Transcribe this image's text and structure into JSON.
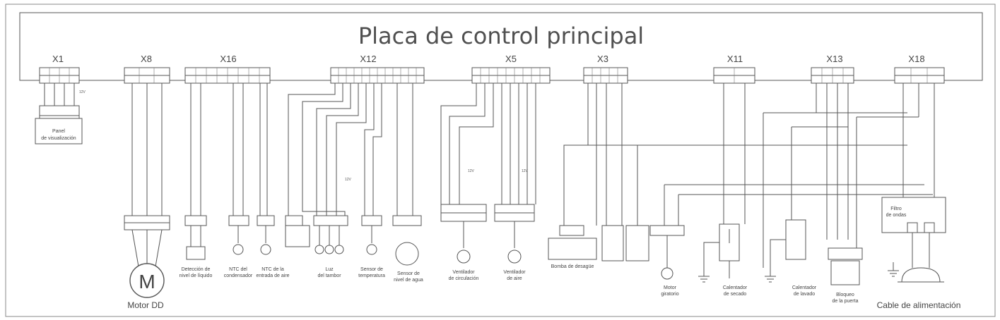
{
  "board": {
    "title": "Placa de control principal"
  },
  "connectors": [
    "X1",
    "X8",
    "X16",
    "X12",
    "X5",
    "X3",
    "X11",
    "X13",
    "X18"
  ],
  "components": {
    "panel": [
      "Panel",
      "de visualización"
    ],
    "motor_symbol": "M",
    "motor": "Motor DD",
    "liquid": [
      "Detección de",
      "nivel de líquido"
    ],
    "ntc_cond": [
      "NTC del",
      "condensador"
    ],
    "ntc_air": [
      "NTC de la",
      "entrada de aire"
    ],
    "light": [
      "Luz",
      "del tambor"
    ],
    "temp": [
      "Sensor de",
      "temperatura"
    ],
    "water": [
      "Sensor de",
      "nivel de agua"
    ],
    "fan_circ": [
      "Ventilador",
      "de circulación"
    ],
    "fan_air": [
      "Ventilador",
      "de aire"
    ],
    "pump": "Bomba de desagüe",
    "motor_rot": [
      "Motor",
      "giratorio"
    ],
    "heater_dry": [
      "Calentador",
      "de secado"
    ],
    "heater_wash": [
      "Calentador",
      "de lavado"
    ],
    "door": [
      "Bloqueo",
      "de la puerta"
    ],
    "power": "Cable de alimentación",
    "filter": [
      "Filtro",
      "de ondas"
    ]
  },
  "small_labels": {
    "v12": "12V"
  }
}
